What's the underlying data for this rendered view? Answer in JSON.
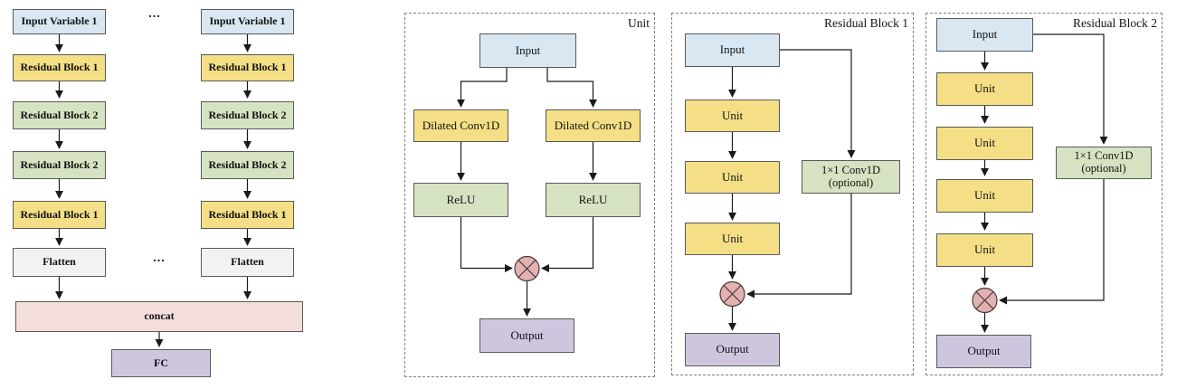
{
  "colors": {
    "box-blue": "#d9e7f2",
    "box-yellow": "#f4df86",
    "box-green": "#d6e3c2",
    "box-white": "#f2f2f2",
    "box-pink": "#f4dedc",
    "box-purple": "#cfc6de",
    "node-pink": "#e2b1b1",
    "node-border": "#4a3a3a",
    "box-border": "#595959",
    "panel-border": "#7f7f7f",
    "line": "#1a1a1a",
    "text": "#111111"
  },
  "left_diagram": {
    "rows": [
      "Input Variable 1",
      "Residual Block 1",
      "Residual Block 2",
      "Residual Block 2",
      "Residual Block 1",
      "Flatten"
    ],
    "ellipsis_top": "...",
    "ellipsis_mid": "...",
    "concat_label": "concat",
    "fc_label": "FC"
  },
  "unit_panel": {
    "title": "Unit",
    "input_label": "Input",
    "branches": [
      {
        "conv": "Dilated Conv1D",
        "activation": "ReLU"
      },
      {
        "conv": "Dilated Conv1D",
        "activation": "ReLU"
      }
    ],
    "multiply_symbol": "⊗",
    "output_label": "Output"
  },
  "residual_block_1": {
    "title": "Residual Block 1",
    "input_label": "Input",
    "units": [
      "Unit",
      "Unit",
      "Unit"
    ],
    "skip_conv_line1": "1×1 Conv1D",
    "skip_conv_line2": "(optional)",
    "multiply_symbol": "⊗",
    "output_label": "Output"
  },
  "residual_block_2": {
    "title": "Residual Block 2",
    "input_label": "Input",
    "units": [
      "Unit",
      "Unit",
      "Unit",
      "Unit"
    ],
    "skip_conv_line1": "1×1 Conv1D",
    "skip_conv_line2": "(optional)",
    "multiply_symbol": "⊗",
    "output_label": "Output"
  }
}
